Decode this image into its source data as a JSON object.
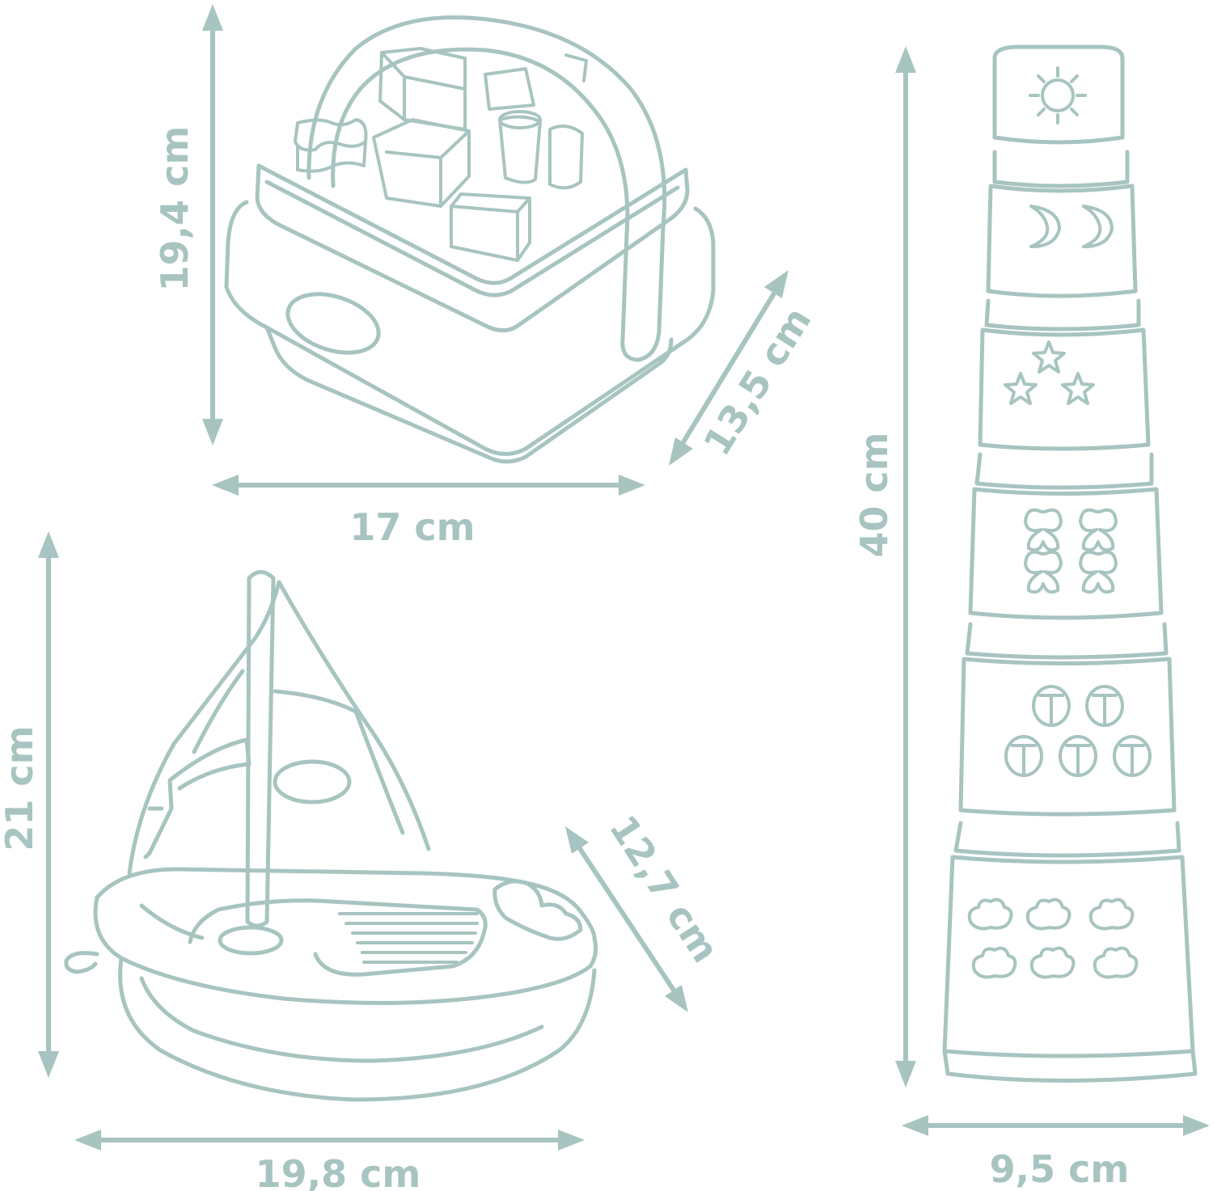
{
  "colors": {
    "line": "#a7c4c0",
    "background": "#ffffff"
  },
  "shape_sorter": {
    "height_label": "19,4 cm",
    "width_label": "17 cm",
    "depth_label": "13,5 cm"
  },
  "sailboat": {
    "height_label": "21 cm",
    "width_label": "19,8 cm",
    "depth_label": "12,7 cm"
  },
  "stacking_cups": {
    "height_label": "40 cm",
    "width_label": "9,5 cm",
    "cup_icons": [
      "sun-icon",
      "moon-icon",
      "star-icon",
      "butterfly-icon",
      "ladybug-icon",
      "cloud-icon"
    ]
  }
}
